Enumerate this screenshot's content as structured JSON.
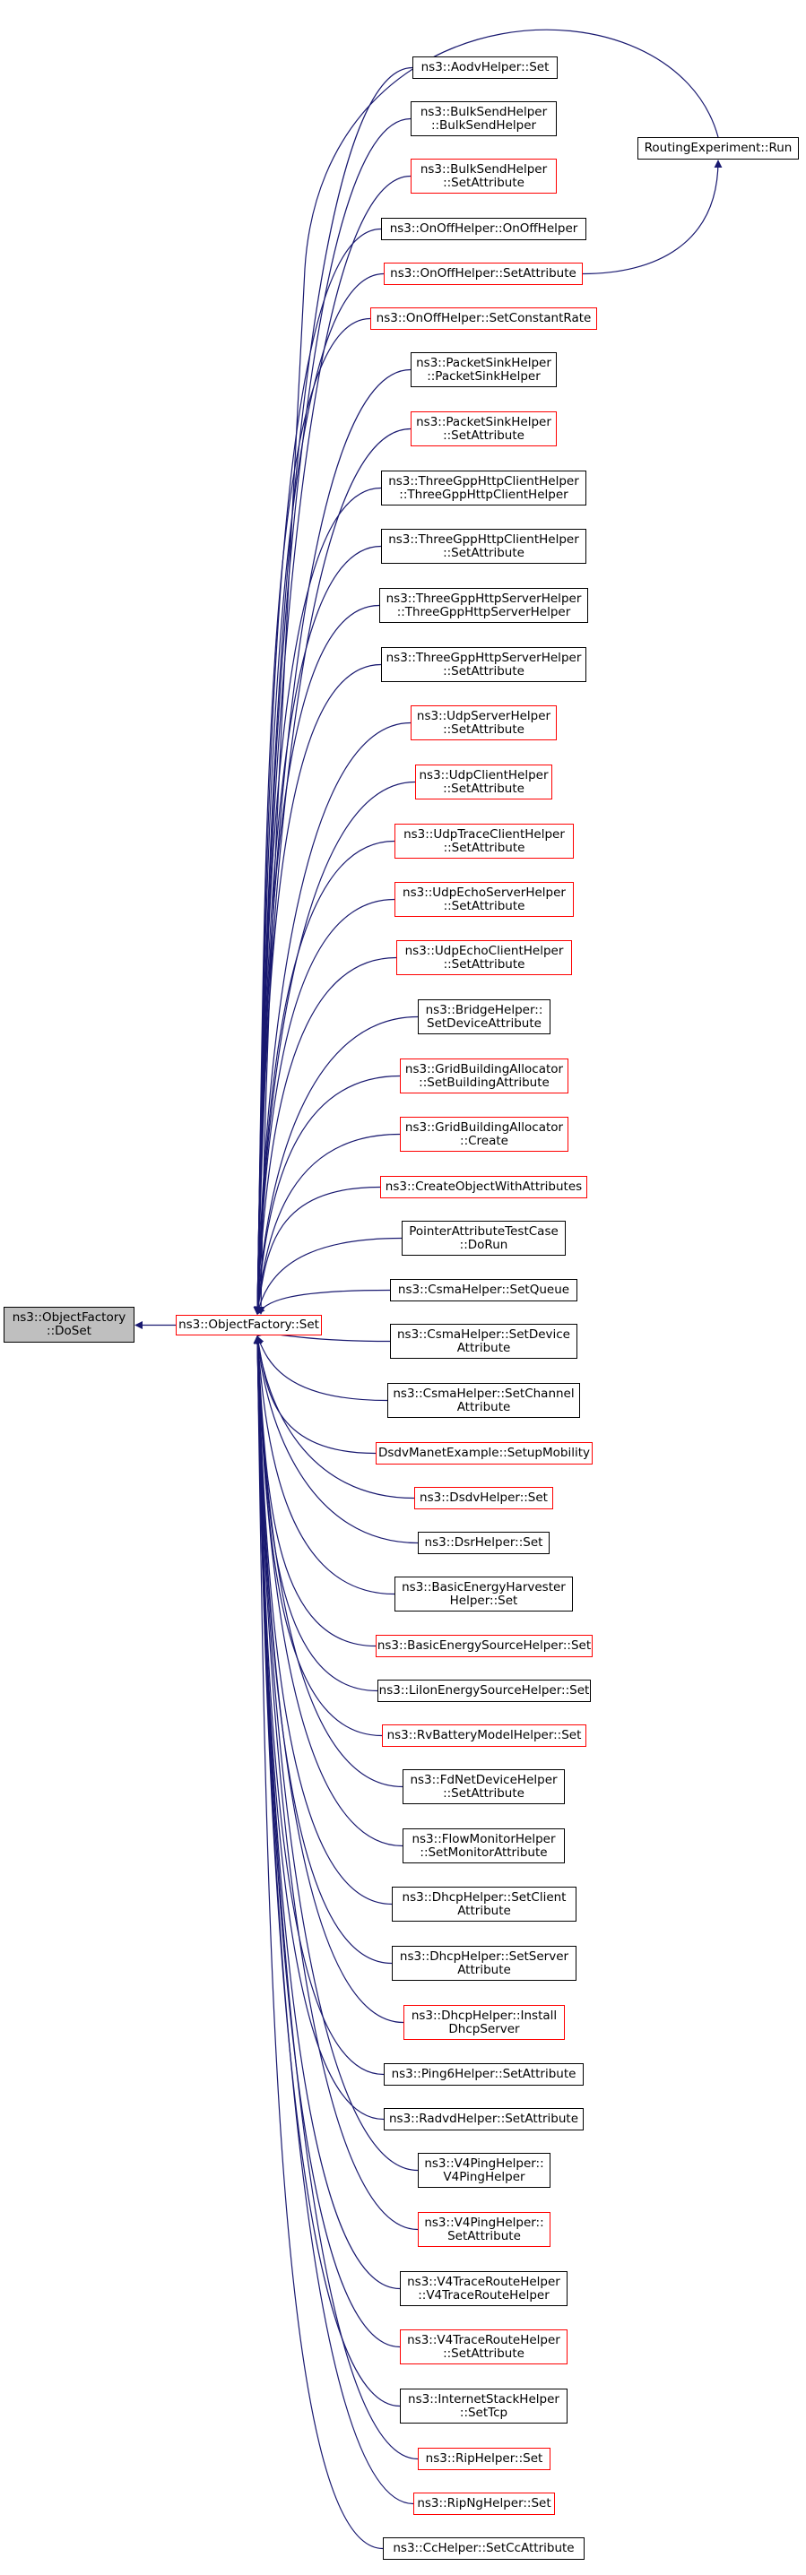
{
  "colors": {
    "edge": "#191970",
    "red_border": "#ff0000",
    "black_border": "#000000",
    "focus_fill": "#bfbfbf"
  },
  "nodes": [
    {
      "id": "doset",
      "lines": [
        "ns3::ObjectFactory",
        "::DoSet"
      ],
      "style": "gray"
    },
    {
      "id": "set",
      "lines": [
        "ns3::ObjectFactory::Set"
      ],
      "style": "red"
    },
    {
      "id": "run",
      "lines": [
        "RoutingExperiment::Run"
      ],
      "style": "black"
    },
    {
      "id": "c0",
      "lines": [
        "ns3::AodvHelper::Set"
      ],
      "style": "black"
    },
    {
      "id": "c1",
      "lines": [
        "ns3::BulkSendHelper",
        "::BulkSendHelper"
      ],
      "style": "black"
    },
    {
      "id": "c2",
      "lines": [
        "ns3::BulkSendHelper",
        "::SetAttribute"
      ],
      "style": "red"
    },
    {
      "id": "c3",
      "lines": [
        "ns3::OnOffHelper::OnOffHelper"
      ],
      "style": "black"
    },
    {
      "id": "c4",
      "lines": [
        "ns3::OnOffHelper::SetAttribute"
      ],
      "style": "red"
    },
    {
      "id": "c5",
      "lines": [
        "ns3::OnOffHelper::SetConstantRate"
      ],
      "style": "red"
    },
    {
      "id": "c6",
      "lines": [
        "ns3::PacketSinkHelper",
        "::PacketSinkHelper"
      ],
      "style": "black"
    },
    {
      "id": "c7",
      "lines": [
        "ns3::PacketSinkHelper",
        "::SetAttribute"
      ],
      "style": "red"
    },
    {
      "id": "c8",
      "lines": [
        "ns3::ThreeGppHttpClientHelper",
        "::ThreeGppHttpClientHelper"
      ],
      "style": "black"
    },
    {
      "id": "c9",
      "lines": [
        "ns3::ThreeGppHttpClientHelper",
        "::SetAttribute"
      ],
      "style": "black"
    },
    {
      "id": "c10",
      "lines": [
        "ns3::ThreeGppHttpServerHelper",
        "::ThreeGppHttpServerHelper"
      ],
      "style": "black"
    },
    {
      "id": "c11",
      "lines": [
        "ns3::ThreeGppHttpServerHelper",
        "::SetAttribute"
      ],
      "style": "black"
    },
    {
      "id": "c12",
      "lines": [
        "ns3::UdpServerHelper",
        "::SetAttribute"
      ],
      "style": "red"
    },
    {
      "id": "c13",
      "lines": [
        "ns3::UdpClientHelper",
        "::SetAttribute"
      ],
      "style": "red"
    },
    {
      "id": "c14",
      "lines": [
        "ns3::UdpTraceClientHelper",
        "::SetAttribute"
      ],
      "style": "red"
    },
    {
      "id": "c15",
      "lines": [
        "ns3::UdpEchoServerHelper",
        "::SetAttribute"
      ],
      "style": "red"
    },
    {
      "id": "c16",
      "lines": [
        "ns3::UdpEchoClientHelper",
        "::SetAttribute"
      ],
      "style": "red"
    },
    {
      "id": "c17",
      "lines": [
        "ns3::BridgeHelper::",
        "SetDeviceAttribute"
      ],
      "style": "black"
    },
    {
      "id": "c18",
      "lines": [
        "ns3::GridBuildingAllocator",
        "::SetBuildingAttribute"
      ],
      "style": "red"
    },
    {
      "id": "c19",
      "lines": [
        "ns3::GridBuildingAllocator",
        "::Create"
      ],
      "style": "red"
    },
    {
      "id": "c20",
      "lines": [
        "ns3::CreateObjectWithAttributes"
      ],
      "style": "red"
    },
    {
      "id": "c21",
      "lines": [
        "PointerAttributeTestCase",
        "::DoRun"
      ],
      "style": "black"
    },
    {
      "id": "c22",
      "lines": [
        "ns3::CsmaHelper::SetQueue"
      ],
      "style": "black"
    },
    {
      "id": "c23",
      "lines": [
        "ns3::CsmaHelper::SetDevice",
        "Attribute"
      ],
      "style": "black"
    },
    {
      "id": "c24",
      "lines": [
        "ns3::CsmaHelper::SetChannel",
        "Attribute"
      ],
      "style": "black"
    },
    {
      "id": "c25",
      "lines": [
        "DsdvManetExample::SetupMobility"
      ],
      "style": "red"
    },
    {
      "id": "c26",
      "lines": [
        "ns3::DsdvHelper::Set"
      ],
      "style": "red"
    },
    {
      "id": "c27",
      "lines": [
        "ns3::DsrHelper::Set"
      ],
      "style": "black"
    },
    {
      "id": "c28",
      "lines": [
        "ns3::BasicEnergyHarvester",
        "Helper::Set"
      ],
      "style": "black"
    },
    {
      "id": "c29",
      "lines": [
        "ns3::BasicEnergySourceHelper::Set"
      ],
      "style": "red"
    },
    {
      "id": "c30",
      "lines": [
        "ns3::LiIonEnergySourceHelper::Set"
      ],
      "style": "black"
    },
    {
      "id": "c31",
      "lines": [
        "ns3::RvBatteryModelHelper::Set"
      ],
      "style": "red"
    },
    {
      "id": "c32",
      "lines": [
        "ns3::FdNetDeviceHelper",
        "::SetAttribute"
      ],
      "style": "black"
    },
    {
      "id": "c33",
      "lines": [
        "ns3::FlowMonitorHelper",
        "::SetMonitorAttribute"
      ],
      "style": "black"
    },
    {
      "id": "c34",
      "lines": [
        "ns3::DhcpHelper::SetClient",
        "Attribute"
      ],
      "style": "black"
    },
    {
      "id": "c35",
      "lines": [
        "ns3::DhcpHelper::SetServer",
        "Attribute"
      ],
      "style": "black"
    },
    {
      "id": "c36",
      "lines": [
        "ns3::DhcpHelper::Install",
        "DhcpServer"
      ],
      "style": "red"
    },
    {
      "id": "c37",
      "lines": [
        "ns3::Ping6Helper::SetAttribute"
      ],
      "style": "black"
    },
    {
      "id": "c38",
      "lines": [
        "ns3::RadvdHelper::SetAttribute"
      ],
      "style": "black"
    },
    {
      "id": "c39",
      "lines": [
        "ns3::V4PingHelper::",
        "V4PingHelper"
      ],
      "style": "black"
    },
    {
      "id": "c40",
      "lines": [
        "ns3::V4PingHelper::",
        "SetAttribute"
      ],
      "style": "red"
    },
    {
      "id": "c41",
      "lines": [
        "ns3::V4TraceRouteHelper",
        "::V4TraceRouteHelper"
      ],
      "style": "black"
    },
    {
      "id": "c42",
      "lines": [
        "ns3::V4TraceRouteHelper",
        "::SetAttribute"
      ],
      "style": "red"
    },
    {
      "id": "c43",
      "lines": [
        "ns3::InternetStackHelper",
        "::SetTcp"
      ],
      "style": "black"
    },
    {
      "id": "c44",
      "lines": [
        "ns3::RipHelper::Set"
      ],
      "style": "red"
    },
    {
      "id": "c45",
      "lines": [
        "ns3::RipNgHelper::Set"
      ],
      "style": "red"
    },
    {
      "id": "c46",
      "lines": [
        "ns3::CcHelper::SetCcAttribute"
      ],
      "style": "black"
    }
  ],
  "edges": [
    {
      "from": "set",
      "to": "doset"
    },
    {
      "from": "c4",
      "to": "run"
    },
    {
      "from": "run",
      "to": "set"
    }
  ]
}
